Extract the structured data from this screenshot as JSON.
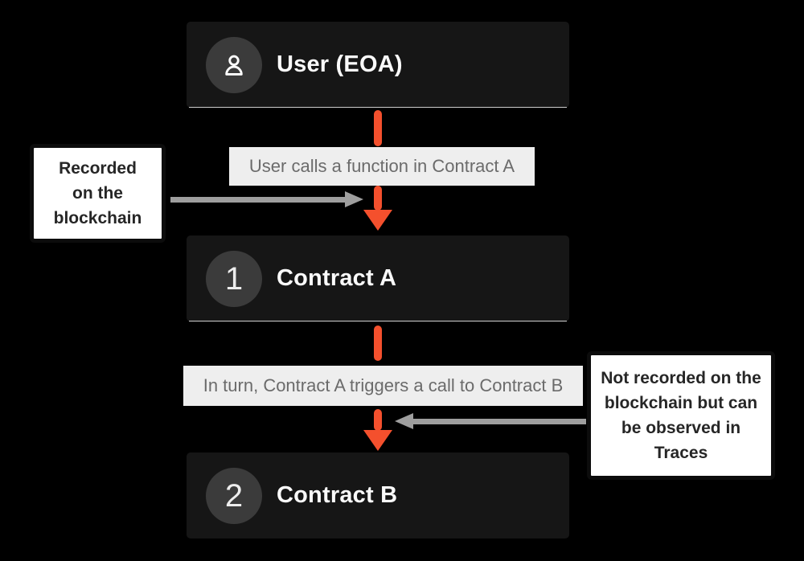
{
  "colors": {
    "background": "#000000",
    "node_bg": "#161616",
    "badge_bg": "#3b3b3b",
    "node_text": "#fafafa",
    "accent_orange": "#f4502d",
    "edge_label_bg": "#eeeeee",
    "edge_label_text": "#6b6b6b",
    "gray_arrow": "#9e9e9e",
    "annotation_bg": "#ffffff",
    "annotation_border": "#0c0c0c",
    "annotation_text": "#262626"
  },
  "nodes": [
    {
      "id": "user",
      "icon": "user-icon",
      "title": "User (EOA)"
    },
    {
      "id": "contract-a",
      "badge": "1",
      "title": "Contract A"
    },
    {
      "id": "contract-b",
      "badge": "2",
      "title": "Contract B"
    }
  ],
  "edge_labels": [
    {
      "text": "User calls a function in Contract A"
    },
    {
      "text": "In turn, Contract A triggers a call to Contract B"
    }
  ],
  "annotations": [
    {
      "side": "left",
      "lines": [
        "Recorded",
        "on the",
        "blockchain"
      ]
    },
    {
      "side": "right",
      "lines": [
        "Not recorded on the",
        "blockchain but can",
        "be observed in",
        "Traces"
      ]
    }
  ]
}
